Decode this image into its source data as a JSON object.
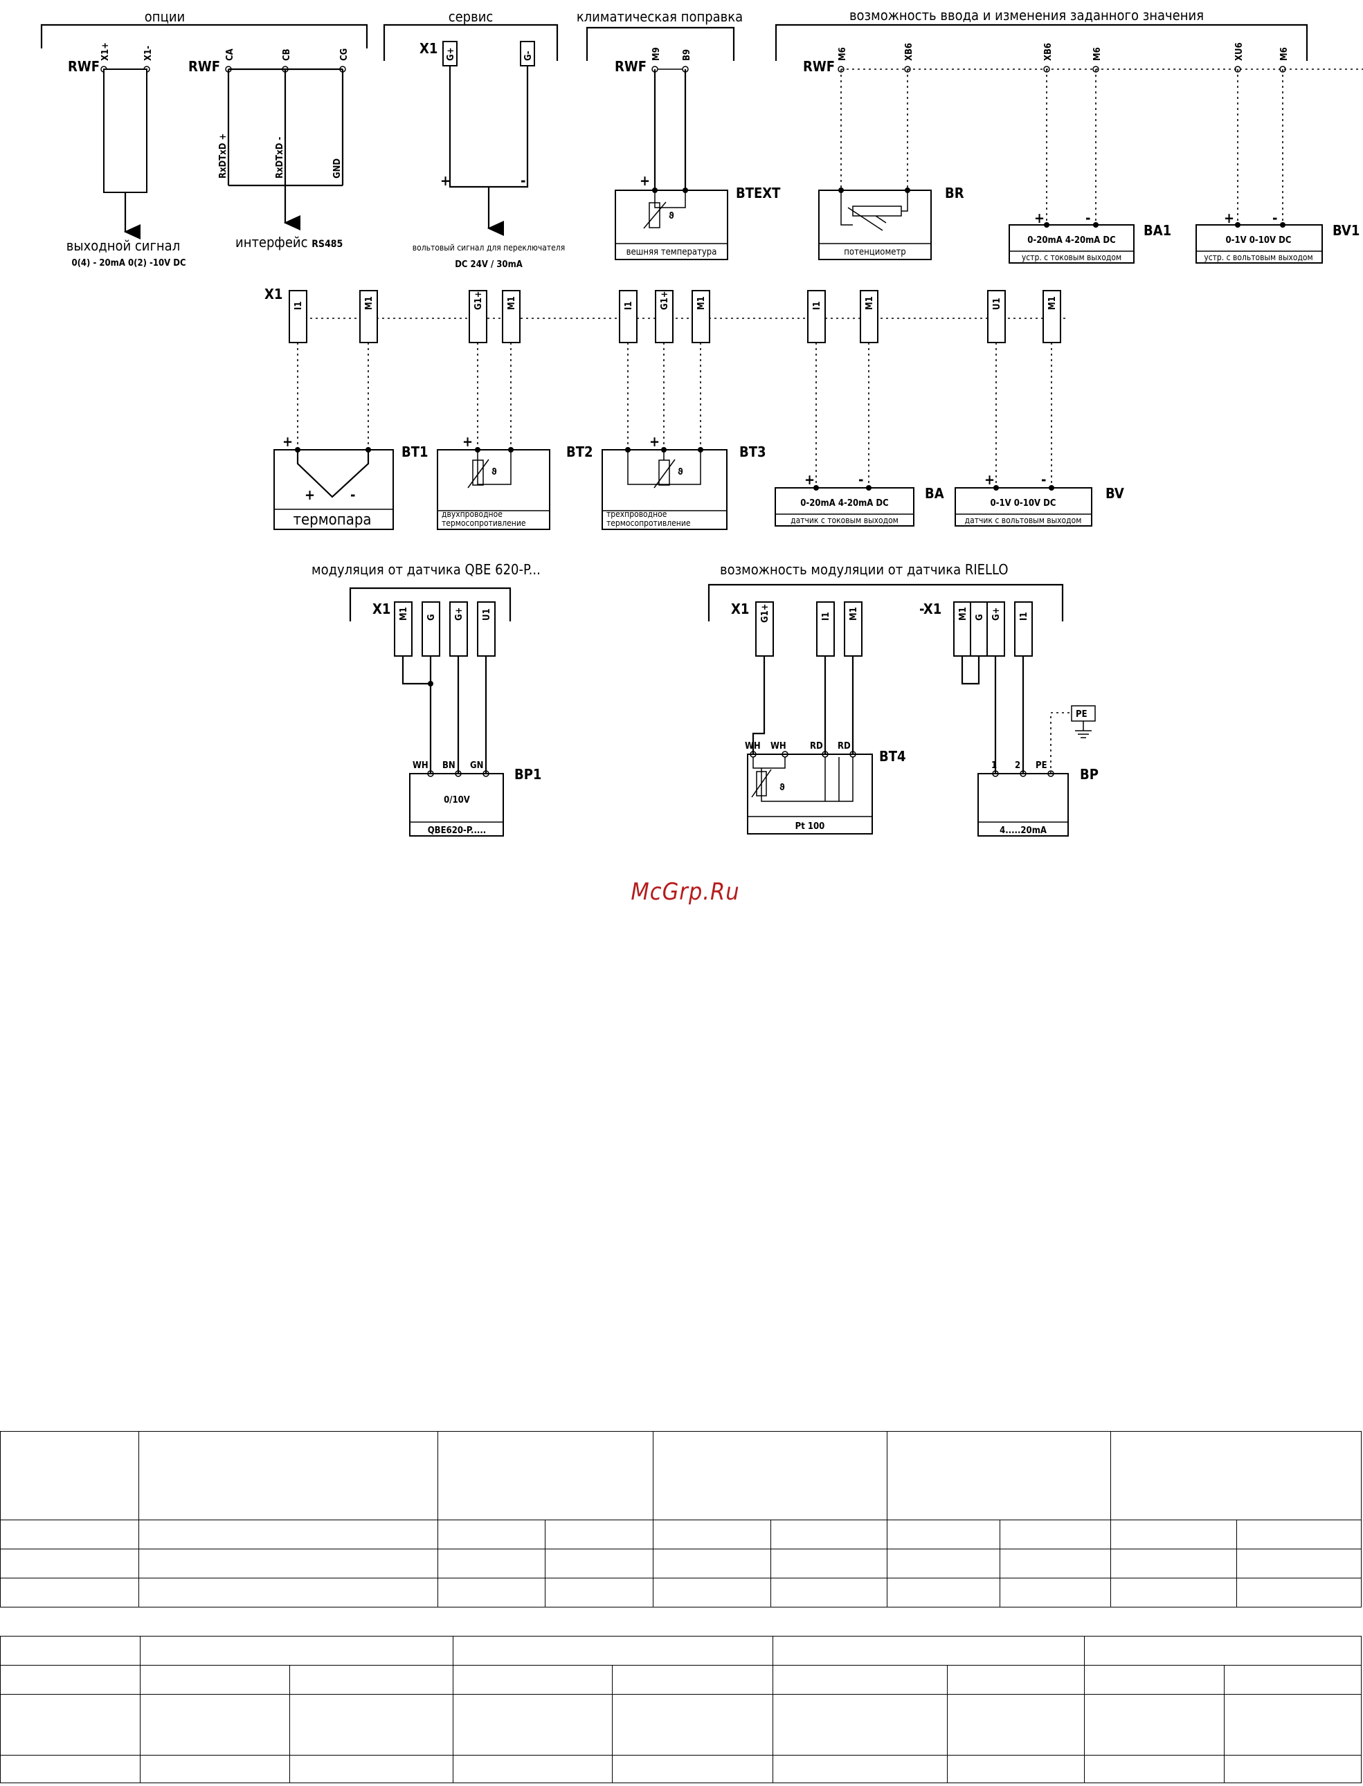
{
  "headers": {
    "options": "опции",
    "service": "сервис",
    "climate": "климатическая поправка",
    "setpoint": "возможность ввода и изменения заданного значения",
    "qbe": "модуляция от датчика QBE 620-P...",
    "riello": "возможность модуляции от датчика RIELLO"
  },
  "terminals": {
    "rwf": "RWF",
    "x1": "X1",
    "x1_neg": "-X1",
    "x1p": "X1+",
    "x1m": "X1-",
    "ca": "CA",
    "cb": "CB",
    "cg": "CG",
    "gplus": "G+",
    "gminus": "G-",
    "m9": "M9",
    "b9": "B9",
    "m6": "M6",
    "xb6": "XB6",
    "xu6": "XU6",
    "i1": "I1",
    "m1": "M1",
    "g1p": "G1+",
    "u1": "U1",
    "g": "G"
  },
  "labels": {
    "out_signal": "выходной сигнал",
    "out_range": "0(4) - 20mA  0(2) -10V DC",
    "interface": "интерфейс",
    "rs485": "RS485",
    "rxdplus": "RxDTxD +",
    "rxdminus": "RxDTxD -",
    "gnd": "GND",
    "plus": "+",
    "minus": "-",
    "volt_signal": "вольтовый сигнал для переключателя",
    "dc24": "DC 24V / 30mA",
    "btext": "BTEXT",
    "btext_cap": "вешняя температура",
    "br": "BR",
    "br_cap": "потенциометр",
    "ba1": "BA1",
    "ba1_range": "0-20mA  4-20mA DC",
    "ba1_cap": "устр. с токовым выходом",
    "bv1": "BV1",
    "bv1_range": "0-1V  0-10V DC",
    "bv1_cap": "устр. с вольтовым выходом",
    "bt1": "BT1",
    "bt1_cap": "термопара",
    "bt2": "BT2",
    "bt2_cap1": "двухпроводное",
    "bt2_cap2": "термосопротивление",
    "bt3": "BT3",
    "bt3_cap1": "трехпроводное",
    "bt3_cap2": "термосопротивление",
    "ba": "BA",
    "ba_range": "0-20mA  4-20mA DC",
    "ba_cap": "датчик с токовым выходом",
    "bv": "BV",
    "bv_range": "0-1V  0-10V DC",
    "bv_cap": "датчик с вольтовым выходом",
    "theta": "ϑ",
    "bp1": "BP1",
    "wh": "WH",
    "bn": "BN",
    "gn": "GN",
    "v010": "0/10V",
    "qbe_cap": "QBE620-P.....",
    "bt4": "BT4",
    "rd": "RD",
    "pt100": "Pt 100",
    "bp": "BP",
    "one": "1",
    "two": "2",
    "pe": "PE",
    "ma420": "4.....20mA"
  },
  "watermark": "McGrp.Ru",
  "table1": {
    "rows": [
      [
        "",
        "",
        "",
        "",
        "",
        ""
      ],
      [
        "",
        "",
        "",
        "",
        "",
        "",
        "",
        "",
        "",
        ""
      ],
      [
        "",
        "",
        "",
        "",
        "",
        "",
        "",
        "",
        "",
        ""
      ],
      [
        "",
        "",
        "",
        "",
        "",
        "",
        "",
        "",
        "",
        ""
      ]
    ]
  },
  "table2": {
    "rows": [
      [
        "",
        "",
        "",
        "",
        ""
      ],
      [
        "",
        "",
        "",
        "",
        "",
        "",
        "",
        "",
        ""
      ],
      [
        "",
        "",
        "",
        "",
        "",
        "",
        "",
        "",
        ""
      ],
      [
        "",
        "",
        "",
        "",
        "",
        "",
        "",
        "",
        ""
      ]
    ]
  }
}
